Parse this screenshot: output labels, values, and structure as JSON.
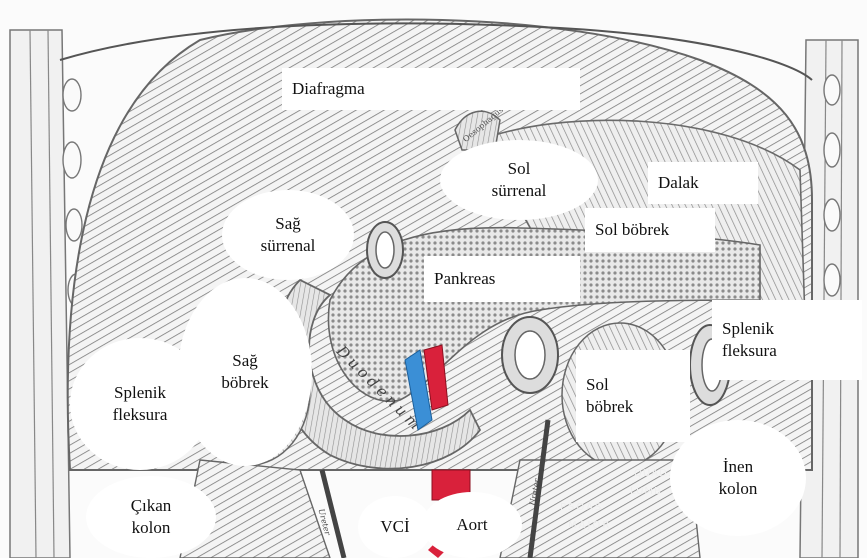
{
  "labels": {
    "diafragma": "Diafragma",
    "sol_surrenal_1": "Sol",
    "sol_surrenal_2": "sürrenal",
    "dalak": "Dalak",
    "sol_bobrek_top": "Sol  böbrek",
    "sag_surrenal_1": "Sağ",
    "sag_surrenal_2": "sürrenal",
    "pankreas": "Pankreas",
    "sag_bobrek_1": "Sağ",
    "sag_bobrek_2": "böbrek",
    "splenik_right_1": "Splenik",
    "splenik_right_2": "fleksura",
    "splenik_left_1": "Splenik",
    "splenik_left_2": "fleksura",
    "sol_bobrek_1": "Sol",
    "sol_bobrek_2": "böbrek",
    "inen_1": "İnen",
    "inen_2": "kolon",
    "cikan_1": "Çıkan",
    "cikan_2": "kolon",
    "vci": "VCİ",
    "aort": "Aort"
  },
  "engraved_text": {
    "duodenum": "Duodenum",
    "psoas": "PSOAS",
    "major": "MAJOR",
    "quad": "QUAD.",
    "lumb": "LUMB",
    "ureter_left": "Ureter",
    "ureter_right": "Ureter",
    "oesophagus": "Oesophagus"
  },
  "colors": {
    "artery": "#d9213b",
    "vein": "#3b8fd6",
    "ink": "#6e6e6e"
  }
}
